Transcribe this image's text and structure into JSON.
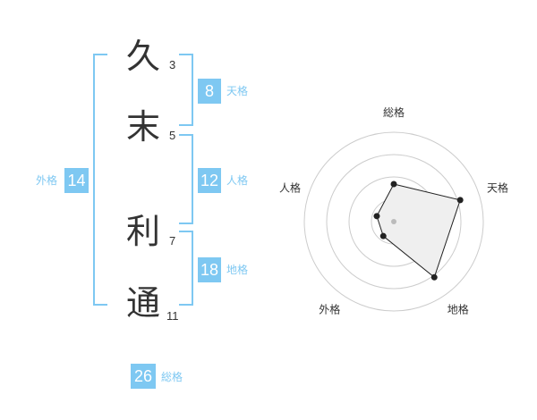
{
  "name": {
    "characters": [
      {
        "char": "久",
        "strokes": "3"
      },
      {
        "char": "末",
        "strokes": "5"
      },
      {
        "char": "利",
        "strokes": "7"
      },
      {
        "char": "通",
        "strokes": "11"
      }
    ]
  },
  "kaku": {
    "tenkaku": {
      "value": "8",
      "label": "天格"
    },
    "jinkaku": {
      "value": "12",
      "label": "人格"
    },
    "chikaku": {
      "value": "18",
      "label": "地格"
    },
    "gaikaku": {
      "value": "14",
      "label": "外格"
    },
    "soukaku": {
      "value": "26",
      "label": "総格"
    }
  },
  "colors": {
    "accent": "#7ec8f2",
    "text": "#333333",
    "grid": "#cccccc",
    "fill": "#efefef"
  },
  "chart_data": {
    "type": "radar",
    "axes": [
      "総格",
      "天格",
      "地格",
      "外格",
      "人格"
    ],
    "values": [
      0.42,
      0.78,
      0.77,
      0.2,
      0.2
    ],
    "rings": 4,
    "range": [
      0,
      1
    ]
  }
}
